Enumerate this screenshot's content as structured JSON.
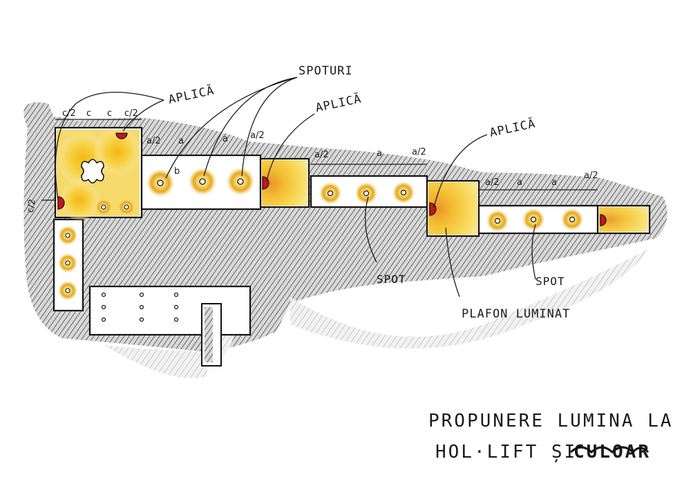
{
  "labels": {
    "aplica_top": "APLICĂ",
    "spoturi": "SPOTURI",
    "aplica_mid": "APLICĂ",
    "aplica_right": "APLICĂ",
    "spot_left": "SPOT",
    "spot_right": "SPOT",
    "platon": "PLAFON LUMINAT"
  },
  "dimensions": {
    "hall_top": [
      "c/2",
      "c",
      "c",
      "c/2"
    ],
    "seg1": [
      "a/2",
      "a",
      "a",
      "a/2"
    ],
    "seg2": [
      "a/2",
      "a",
      "a/2"
    ],
    "seg3": [
      "a/2",
      "a",
      "a",
      "a/2"
    ],
    "side": "c/2",
    "b": "b"
  },
  "title": {
    "line1": "PROPUNERE LUMINA LA",
    "line2": "HOL·LIFT ȘI",
    "line2_scribble": "CULOAR"
  },
  "colors": {
    "hatch": "#5a5a5a",
    "glow_yellow": "#f2c21e",
    "glow_orange": "#e8a418",
    "sconce_red": "#c8141e"
  }
}
